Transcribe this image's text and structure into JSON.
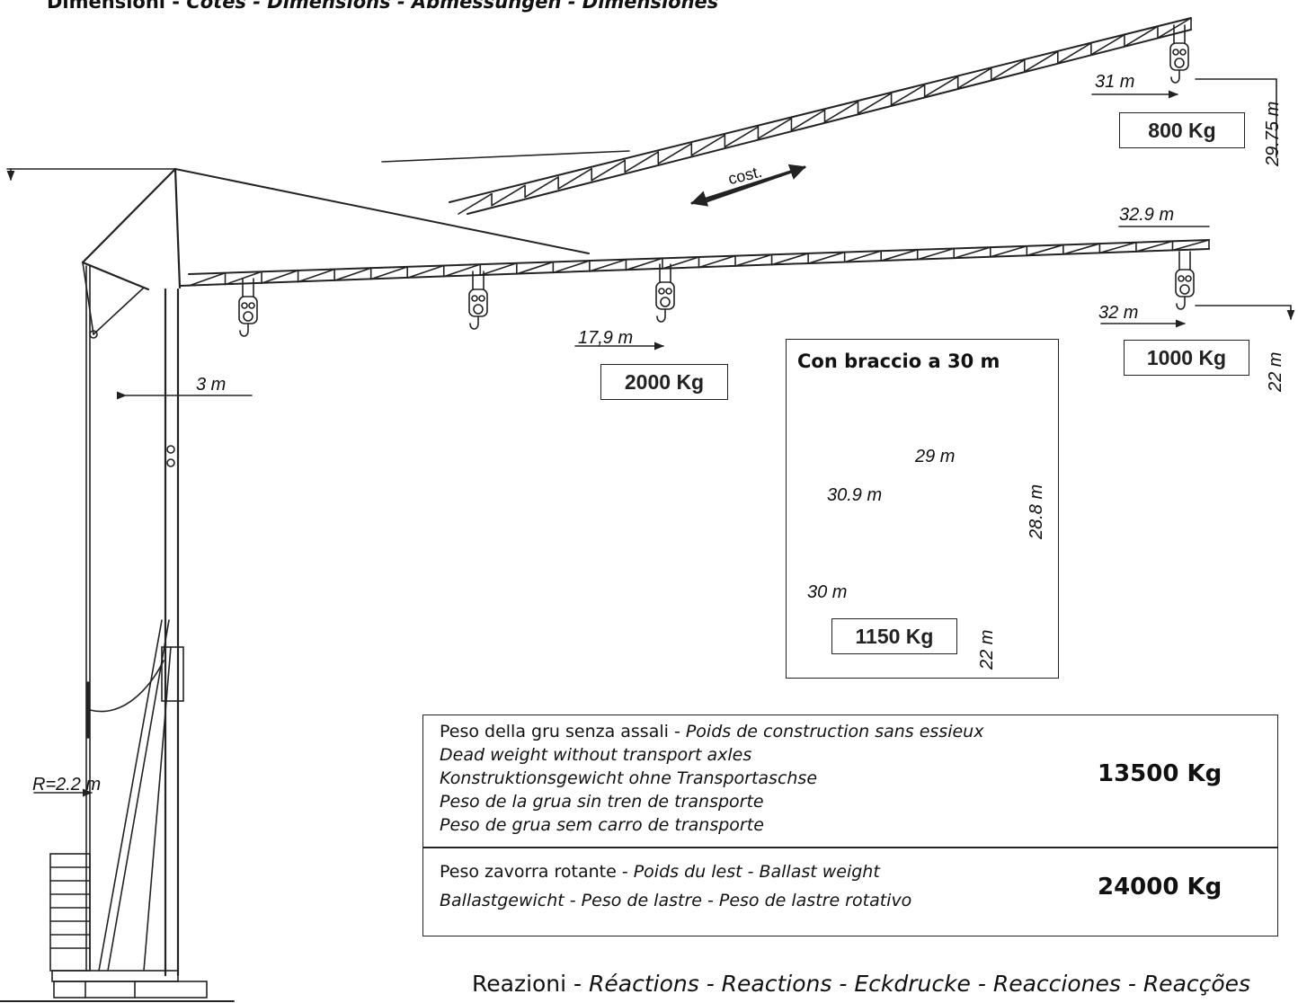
{
  "title": {
    "lead": "Dimensioni - ",
    "rest": "Cotes - Dimensions - Abmessungen - Dimensiones"
  },
  "main": {
    "dim_31m": "31 m",
    "load_800": "800 Kg",
    "height_2975": "29.75 m",
    "cost_label": "cost.",
    "dim_329m": "32.9 m",
    "dim_32m": "32 m",
    "load_1000": "1000 Kg",
    "height_22": "22 m",
    "dim_179m": "17,9 m",
    "load_2000": "2000 Kg",
    "dim_3m": "3 m",
    "radius": "R=2.2 m"
  },
  "inset": {
    "title": "Con braccio a 30 m",
    "dim_29m": "29 m",
    "height_288": "28.8 m",
    "dim_309m": "30.9 m",
    "dim_30m": "30 m",
    "load_1150": "1150 Kg",
    "height_22": "22 m"
  },
  "weights": {
    "crane_weight": {
      "line1_lead": "Peso della gru senza assali - ",
      "line1_rest": "Poids de construction sans essieux",
      "line2": "Dead weight without transport axles",
      "line3": "Konstruktionsgewicht ohne Transportaschse",
      "line4": "Peso de la grua sin tren de transporte",
      "line5": "Peso de grua sem carro de transporte",
      "value": "13500 Kg"
    },
    "ballast_weight": {
      "line1_lead": "Peso zavorra rotante - ",
      "line1_rest": "Poids du lest - Ballast weight",
      "line2": "Ballastgewicht - Peso de lastre - Peso de lastre rotativo",
      "value": "24000 Kg"
    }
  },
  "reactions": {
    "lead": "Reazioni - ",
    "rest": "Réactions - Reactions - Eckdrucke - Reacciones - Reacções"
  }
}
